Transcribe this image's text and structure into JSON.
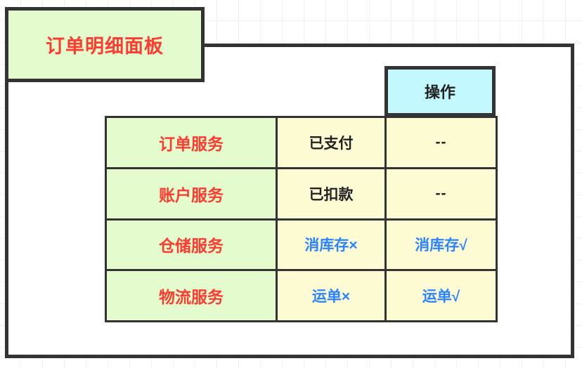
{
  "title_panel": {
    "label": "订单明细面板",
    "bg_color": "#e4fbcd",
    "text_color": "#fd3b30",
    "border_color": "#333333"
  },
  "panel": {
    "border_color": "#333333",
    "bg_color": "#ffffff"
  },
  "table": {
    "header": {
      "action_label": "操作",
      "bg_color": "#c3f8ff",
      "text_color": "#222222"
    },
    "columns": [
      {
        "key": "service",
        "bg_color": "#e4fbcd",
        "text_color": "#fd3b30"
      },
      {
        "key": "status",
        "bg_color": "#fdfbd4"
      },
      {
        "key": "action",
        "bg_color": "#fdfbd4"
      }
    ],
    "rows": [
      {
        "service": "订单服务",
        "status": "已支付",
        "status_color": "#222222",
        "action": "--",
        "action_color": "#222222"
      },
      {
        "service": "账户服务",
        "status": "已扣款",
        "status_color": "#222222",
        "action": "--",
        "action_color": "#222222"
      },
      {
        "service": "仓储服务",
        "status": "消库存×",
        "status_color": "#2a84ff",
        "action": "消库存√",
        "action_color": "#2a84ff"
      },
      {
        "service": "物流服务",
        "status": "运单×",
        "status_color": "#2a84ff",
        "action": "运单√",
        "action_color": "#2a84ff"
      }
    ]
  }
}
